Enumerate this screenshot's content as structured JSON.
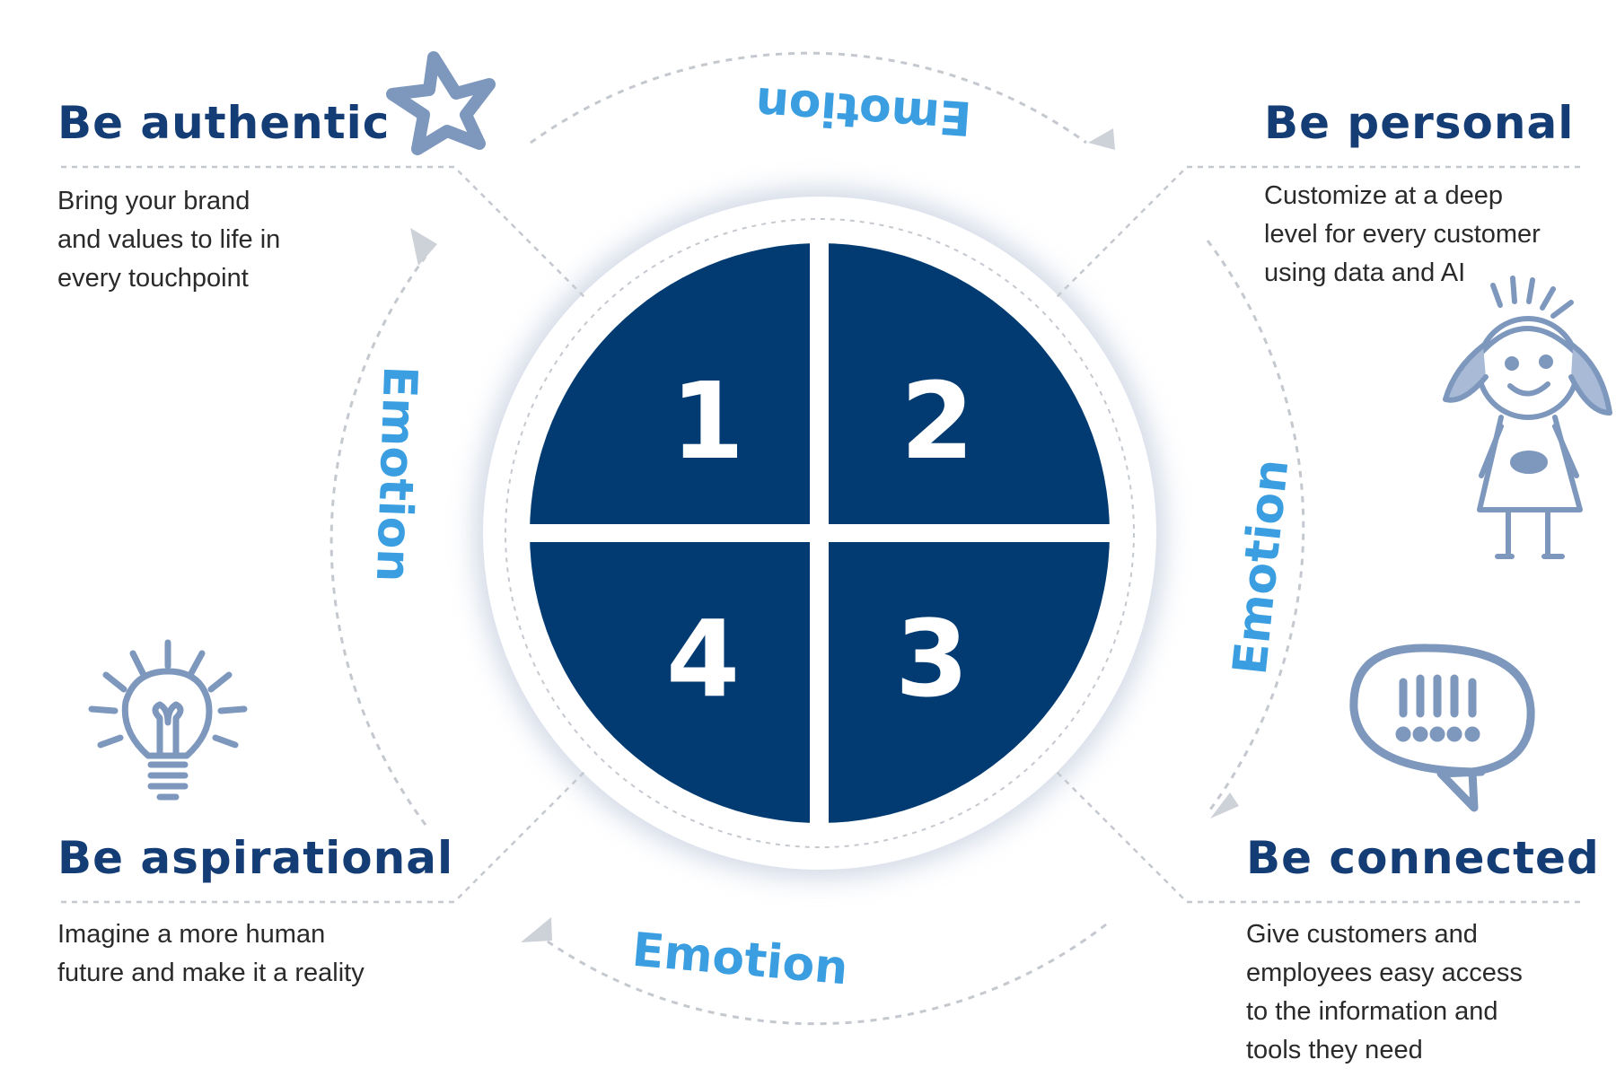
{
  "colors": {
    "navy": "#013b72",
    "heading": "#143d75",
    "emotion": "#3a9ee0",
    "doodle": "#7d97bd",
    "dashed": "#c4c8cf",
    "arrowhead": "#cdd1d8",
    "body_text": "#2a2a2a"
  },
  "center": {
    "quadrants": [
      {
        "label": "1"
      },
      {
        "label": "2"
      },
      {
        "label": "3"
      },
      {
        "label": "4"
      }
    ]
  },
  "emotion": {
    "top": "Emotion",
    "right": "Emotion",
    "bottom": "Emotion",
    "left": "Emotion"
  },
  "sections": {
    "authentic": {
      "title": "Be authentic",
      "lines": [
        "Bring your brand",
        "and values to life in",
        "every touchpoint"
      ]
    },
    "personal": {
      "title": "Be personal",
      "lines": [
        "Customize at a deep",
        "level for every customer",
        "using data and AI"
      ]
    },
    "connected": {
      "title": "Be connected",
      "lines": [
        "Give customers and",
        "employees easy access",
        "to the information and",
        "tools they need"
      ]
    },
    "aspirational": {
      "title": "Be aspirational",
      "lines": [
        "Imagine a more human",
        "future and make it a reality"
      ]
    }
  },
  "icons": {
    "authentic": "star-icon",
    "personal": "girl-doodle-icon",
    "connected": "exclamation-speech-bubble-icon",
    "aspirational": "lightbulb-icon"
  }
}
